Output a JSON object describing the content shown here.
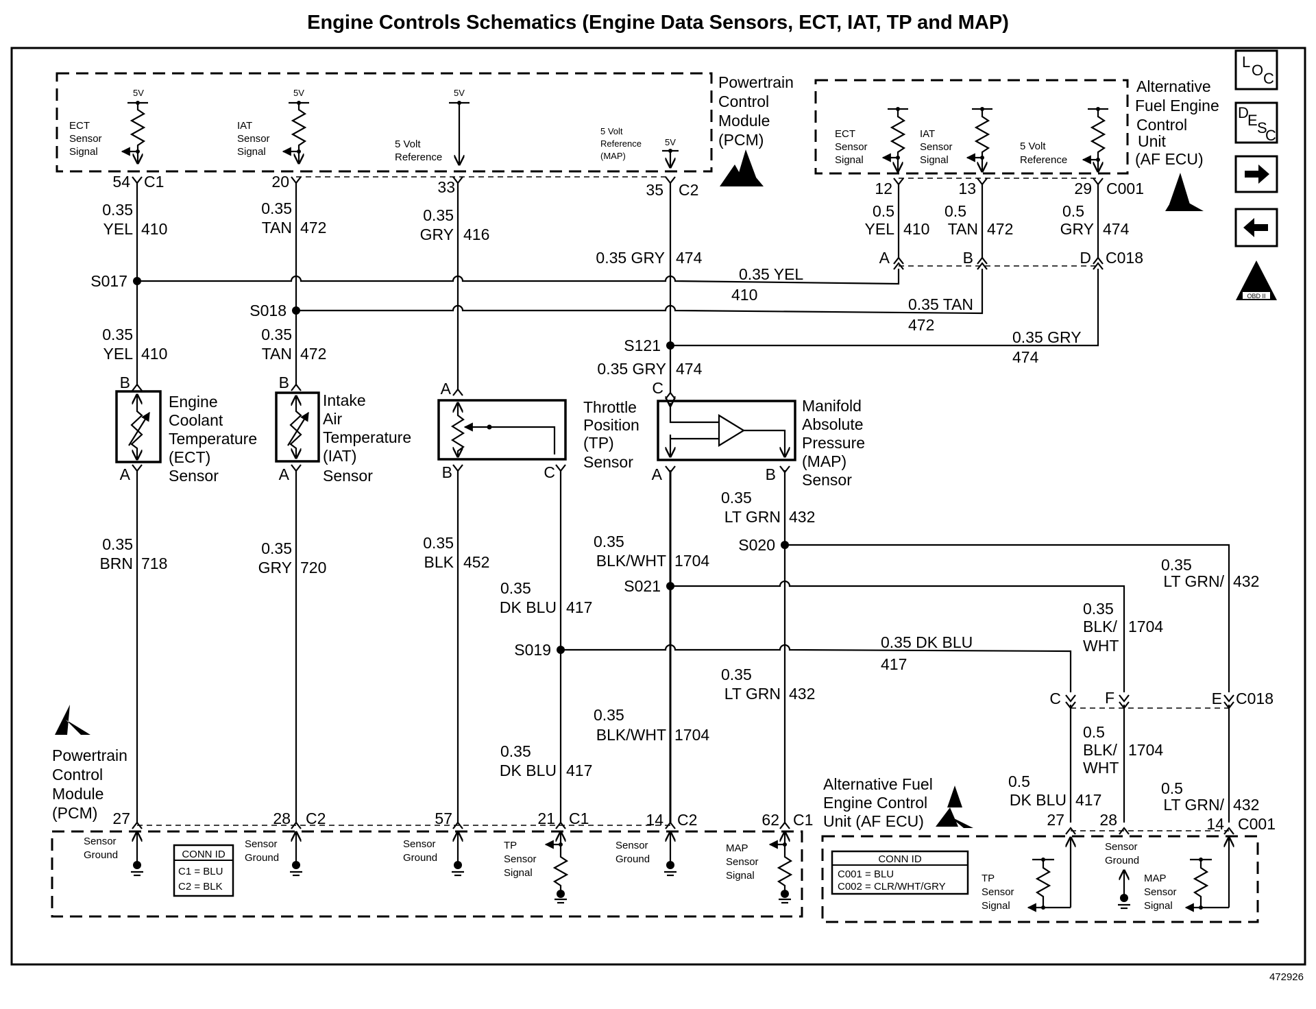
{
  "title": "Engine Controls Schematics (Engine Data Sensors, ECT, IAT, TP and MAP)",
  "figure_id": "472926",
  "nav_icons": {
    "loc": {
      "l": "L",
      "o": "O",
      "c": "C"
    },
    "desc": {
      "d": "D",
      "e": "E",
      "s": "S",
      "c": "C"
    },
    "obd": {
      "numeral": "II",
      "label": "OBD II"
    }
  },
  "pcm_top": {
    "name": [
      "Powertrain",
      "Control",
      "Module",
      "(PCM)"
    ],
    "five_v": "5V",
    "ect_signal": [
      "ECT",
      "Sensor",
      "Signal"
    ],
    "iat_signal": [
      "IAT",
      "Sensor",
      "Signal"
    ],
    "ref": [
      "5 Volt",
      "Reference"
    ],
    "ref_map": [
      "5 Volt",
      "Reference",
      "(MAP)"
    ],
    "pins": {
      "ect": "54",
      "iat": "20",
      "ref": "33",
      "ref_map": "35"
    },
    "conn_c1": "C1",
    "conn_c2": "C2"
  },
  "afecu_top": {
    "name": [
      "Alternative",
      "Fuel Engine",
      "Control",
      "Unit",
      "(AF ECU)"
    ],
    "ect_signal": [
      "ECT",
      "Sensor",
      "Signal"
    ],
    "iat_signal": [
      "IAT",
      "Sensor",
      "Signal"
    ],
    "ref": [
      "5 Volt",
      "Reference"
    ],
    "pins": {
      "ect": "12",
      "iat": "13",
      "ref": "29"
    },
    "conn": "C001"
  },
  "c018_top": {
    "pins": {
      "a": "A",
      "b": "B",
      "d": "D"
    },
    "conn": "C018"
  },
  "wires": {
    "ect_upper": {
      "size": "0.35",
      "color": "YEL",
      "circuit": "410"
    },
    "iat_upper": {
      "size": "0.35",
      "color": "TAN",
      "circuit": "472"
    },
    "ref_upper": {
      "size": "0.35",
      "color": "GRY",
      "circuit": "416"
    },
    "map_ref_upper": {
      "label": "0.35 GRY",
      "circuit": "474"
    },
    "af_ect": {
      "size": "0.5",
      "color": "YEL",
      "circuit": "410"
    },
    "af_iat": {
      "size": "0.5",
      "color": "TAN",
      "circuit": "472"
    },
    "af_ref": {
      "size": "0.5",
      "color": "GRY",
      "circuit": "474"
    },
    "yel_h": {
      "label": "0.35 YEL",
      "circuit": "410"
    },
    "tan_h": {
      "label": "0.35 TAN",
      "circuit": "472"
    },
    "gry_h": {
      "label": "0.35 GRY",
      "circuit": "474"
    },
    "ect_lower": {
      "size": "0.35",
      "color": "YEL",
      "circuit": "410"
    },
    "iat_lower": {
      "size": "0.35",
      "color": "TAN",
      "circuit": "472"
    },
    "map_ref_lower": {
      "label": "0.35 GRY",
      "circuit": "474"
    },
    "ect_gnd": {
      "size": "0.35",
      "color": "BRN",
      "circuit": "718"
    },
    "iat_gnd": {
      "size": "0.35",
      "color": "GRY",
      "circuit": "720"
    },
    "tp_gnd": {
      "size": "0.35",
      "color": "BLK",
      "circuit": "452"
    },
    "tp_sig_upper": {
      "size": "0.35",
      "color": "DK BLU",
      "circuit": "417"
    },
    "tp_sig_lower": {
      "size": "0.35",
      "color": "DK BLU",
      "circuit": "417"
    },
    "map_gnd_upper": {
      "size": "0.35",
      "color": "BLK/WHT",
      "circuit": "1704"
    },
    "map_gnd_lower": {
      "size": "0.35",
      "color": "BLK/WHT",
      "circuit": "1704"
    },
    "map_sig_upper": {
      "size": "0.35",
      "color": "LT GRN",
      "circuit": "432"
    },
    "map_sig_lower": {
      "size": "0.35",
      "color": "LT GRN",
      "circuit": "432"
    },
    "ltgrn_branch": {
      "size": "0.35",
      "color": "LT GRN/",
      "circuit": "432"
    },
    "blkwht_branch": {
      "size": "0.35",
      "color1": "BLK/",
      "color2": "WHT",
      "circuit": "1704"
    },
    "dkblu_h": {
      "label": "0.35 DK BLU",
      "circuit": "417"
    },
    "af_tp": {
      "size": "0.5",
      "color": "DK BLU",
      "circuit": "417"
    },
    "af_gnd": {
      "size": "0.5",
      "color1": "BLK/",
      "color2": "WHT",
      "circuit": "1704"
    },
    "af_map": {
      "size": "0.5",
      "color": "LT GRN/",
      "circuit": "432"
    }
  },
  "splices": {
    "s017": "S017",
    "s018": "S018",
    "s121": "S121",
    "s020": "S020",
    "s021": "S021",
    "s019": "S019"
  },
  "sensors": {
    "ect": {
      "name": [
        "Engine",
        "Coolant",
        "Temperature",
        "(ECT)",
        "Sensor"
      ],
      "pin_top": "B",
      "pin_bottom": "A"
    },
    "iat": {
      "name": [
        "Intake",
        "Air",
        "Temperature",
        "(IAT)",
        "Sensor"
      ],
      "pin_top": "B",
      "pin_bottom": "A"
    },
    "tp": {
      "name": [
        "Throttle",
        "Position",
        "(TP)",
        "Sensor"
      ],
      "pin_a": "A",
      "pin_b": "B",
      "pin_c": "C"
    },
    "map": {
      "name": [
        "Manifold",
        "Absolute",
        "Pressure",
        "(MAP)",
        "Sensor"
      ],
      "pin_a": "A",
      "pin_b": "B",
      "pin_c": "C"
    }
  },
  "c018_bottom": {
    "pins": {
      "c": "C",
      "f": "F",
      "e": "E"
    },
    "conn": "C018"
  },
  "pcm_bottom": {
    "name": [
      "Powertrain",
      "Control",
      "Module",
      "(PCM)"
    ],
    "pins": {
      "ect": "27",
      "iat": "28",
      "tp_gnd": "57",
      "tp_sig": "21",
      "map_gnd": "14",
      "map_sig": "62"
    },
    "conn_c1": "C1",
    "conn_c2": "C2",
    "sensor_ground": [
      "Sensor",
      "Ground"
    ],
    "tp_signal": [
      "TP",
      "Sensor",
      "Signal"
    ],
    "map_signal": [
      "MAP",
      "Sensor",
      "Signal"
    ],
    "conn_id": {
      "title": "CONN ID",
      "rows": [
        "C1 = BLU",
        "C2 = BLK"
      ]
    }
  },
  "afecu_bottom": {
    "name": [
      "Alternative Fuel",
      "Engine Control",
      "Unit (AF ECU)"
    ],
    "pins": {
      "tp": "27",
      "gnd": "28",
      "map": "14"
    },
    "conn": "C001",
    "sensor_ground": [
      "Sensor",
      "Ground"
    ],
    "tp_signal": [
      "TP",
      "Sensor",
      "Signal"
    ],
    "map_signal": [
      "MAP",
      "Sensor",
      "Signal"
    ],
    "conn_id": {
      "title": "CONN ID",
      "rows": [
        "C001 = BLU",
        "C002 = CLR/WHT/GRY"
      ]
    }
  }
}
